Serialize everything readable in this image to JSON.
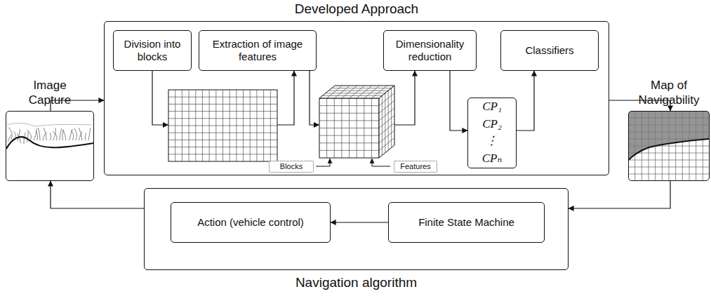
{
  "diagram": {
    "nodes": [
      {
        "text": [
          "Developed Approach"
        ]
      },
      {
        "text": [
          "Division into blocks"
        ],
        "in": 0
      },
      {
        "text": [
          "Extraction of image features"
        ],
        "in": 0
      },
      {
        "text": [
          "Dimensionality reduction"
        ],
        "in": 0
      },
      {
        "text": [
          "Classifiers"
        ],
        "in": 0
      },
      {
        "text": [
          "CP₁ CP₂ ⋮ CPₙ"
        ],
        "in": 0
      },
      {
        "text": [
          "Blocks"
        ],
        "in": 0
      },
      {
        "text": [
          "Features"
        ],
        "in": 0
      },
      {
        "text": [
          "Image Capture"
        ]
      },
      {
        "text": [
          "Map of Navigability"
        ]
      },
      {
        "text": [
          "Navigation algorithm"
        ]
      },
      {
        "text": [
          "Action (vehicle control)"
        ],
        "in": 10
      },
      {
        "text": [
          "Finite State Machine"
        ],
        "in": 10
      }
    ],
    "edges": [
      {
        "from": 8,
        "to": 0,
        "arrow": "to"
      },
      {
        "from": 1,
        "to": 2,
        "arrow": "to"
      },
      {
        "from": 2,
        "to": 3,
        "arrow": "to"
      },
      {
        "from": 3,
        "to": 5,
        "arrow": "to"
      },
      {
        "from": 5,
        "to": 4,
        "arrow": "to"
      },
      {
        "from": 0,
        "to": 9,
        "arrow": "to"
      },
      {
        "from": 9,
        "to": 10,
        "arrow": "to"
      },
      {
        "from": 12,
        "to": 11,
        "arrow": "to"
      },
      {
        "from": 10,
        "to": 8,
        "arrow": "to"
      }
    ]
  }
}
